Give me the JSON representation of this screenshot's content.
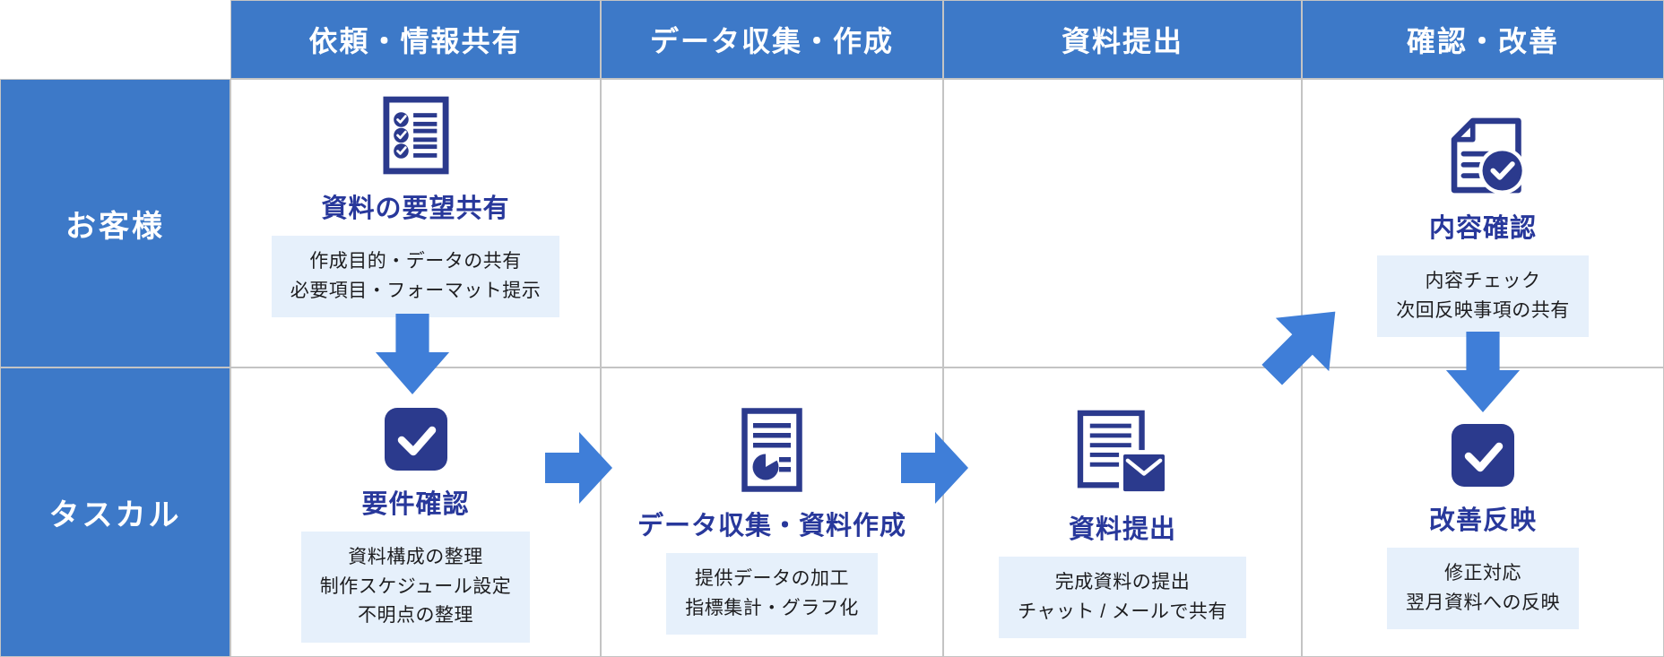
{
  "columns": [
    "依頼・情報共有",
    "データ収集・作成",
    "資料提出",
    "確認・改善"
  ],
  "rows": [
    "お客様",
    "タスカル"
  ],
  "cells": {
    "request_share": {
      "title": "資料の要望共有",
      "lines": [
        "作成目的・データの共有",
        "必要項目・フォーマット提示"
      ]
    },
    "content_check": {
      "title": "内容確認",
      "lines": [
        "内容チェック",
        "次回反映事項の共有"
      ]
    },
    "requirement_check": {
      "title": "要件確認",
      "lines": [
        "資料構成の整理",
        "制作スケジュール設定",
        "不明点の整理"
      ]
    },
    "data_create": {
      "title": "データ収集・資料作成",
      "lines": [
        "提供データの加工",
        "指標集計・グラフ化"
      ]
    },
    "submit": {
      "title": "資料提出",
      "lines": [
        "完成資料の提出",
        "チャット / メールで共有"
      ]
    },
    "improve": {
      "title": "改善反映",
      "lines": [
        "修正対応",
        "翌月資料への反映"
      ]
    }
  },
  "icons": {
    "request_share": "checklist-icon",
    "content_check": "document-check-icon",
    "requirement_check": "check-square-icon",
    "data_create": "report-chart-icon",
    "submit": "document-mail-icon",
    "improve": "check-square-icon"
  },
  "arrows": [
    {
      "name": "arrow-request-to-requirement",
      "direction": "down"
    },
    {
      "name": "arrow-requirement-to-create",
      "direction": "right"
    },
    {
      "name": "arrow-create-to-submit",
      "direction": "right"
    },
    {
      "name": "arrow-submit-to-check",
      "direction": "up-right"
    },
    {
      "name": "arrow-check-to-improve",
      "direction": "down"
    }
  ],
  "colors": {
    "cell_blue": "#3d79c8",
    "arrow_blue": "#3f7ed8",
    "icon_navy": "#2b3a8d",
    "title_navy": "#28389b",
    "desc_bg": "#e6f0fb",
    "desc_text": "#1d1d1f",
    "grid_line": "#c4c4c4"
  }
}
